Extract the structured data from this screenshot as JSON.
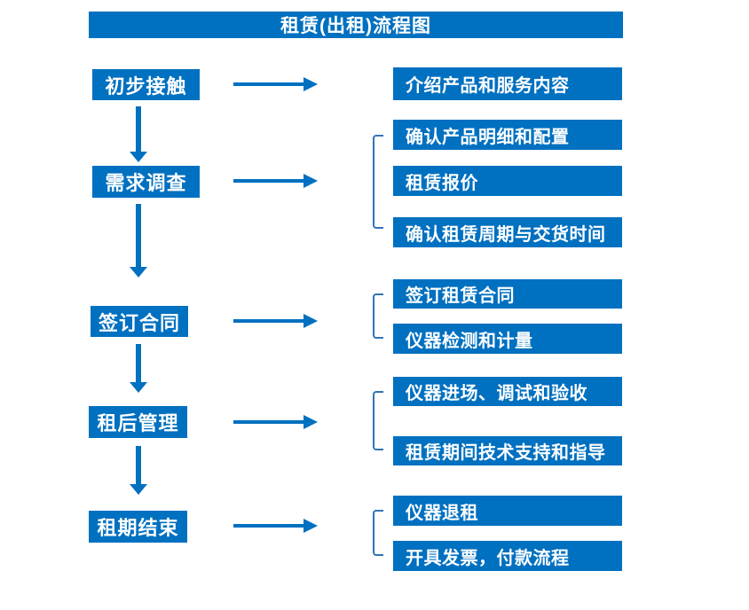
{
  "title": "租赁(出租)流程图",
  "colors": {
    "primary": "#0070c0",
    "bracket": "#2e75b6",
    "text_on_primary": "#ffffff",
    "background": "#ffffff"
  },
  "stages": [
    {
      "label": "初步接触",
      "outputs": [
        "介绍产品和服务内容"
      ]
    },
    {
      "label": "需求调查",
      "outputs": [
        "确认产品明细和配置",
        "租赁报价",
        "确认租赁周期与交货时间"
      ]
    },
    {
      "label": "签订合同",
      "outputs": [
        "签订租赁合同",
        "仪器检测和计量"
      ]
    },
    {
      "label": "租后管理",
      "outputs": [
        "仪器进场、调试和验收",
        "租赁期间技术支持和指导"
      ]
    },
    {
      "label": "租期结束",
      "outputs": [
        "仪器退租",
        "开具发票，付款流程"
      ]
    }
  ]
}
